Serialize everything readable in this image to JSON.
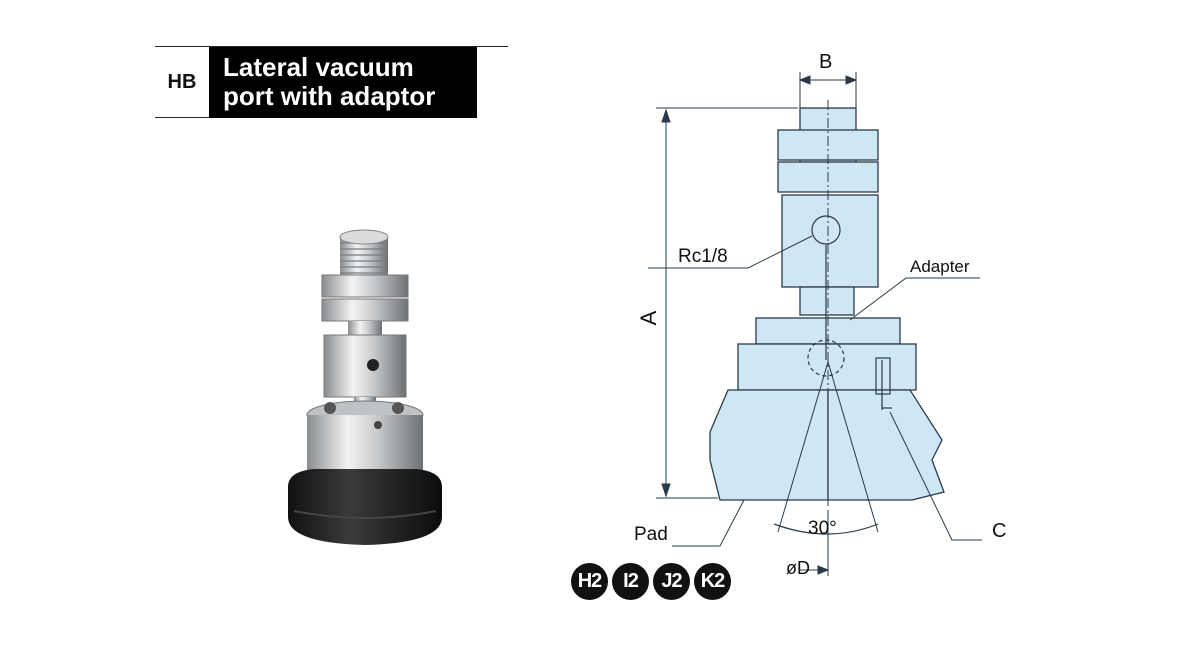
{
  "header": {
    "code": "HB",
    "title_line1": "Lateral vacuum",
    "title_line2": "port with adaptor"
  },
  "drawing": {
    "dim_b": "B",
    "dim_a": "A",
    "port_label": "Rc1/8",
    "adapter_label": "Adapter",
    "pad_label": "Pad",
    "angle_label": "30°",
    "dim_d": "øD",
    "dim_c": "C"
  },
  "pad_types": [
    "H2",
    "I2",
    "J2",
    "K2"
  ],
  "colors": {
    "drawing_fill": "#cfe6f5",
    "outline": "#2a3a4a",
    "badge_bg": "#111111"
  }
}
